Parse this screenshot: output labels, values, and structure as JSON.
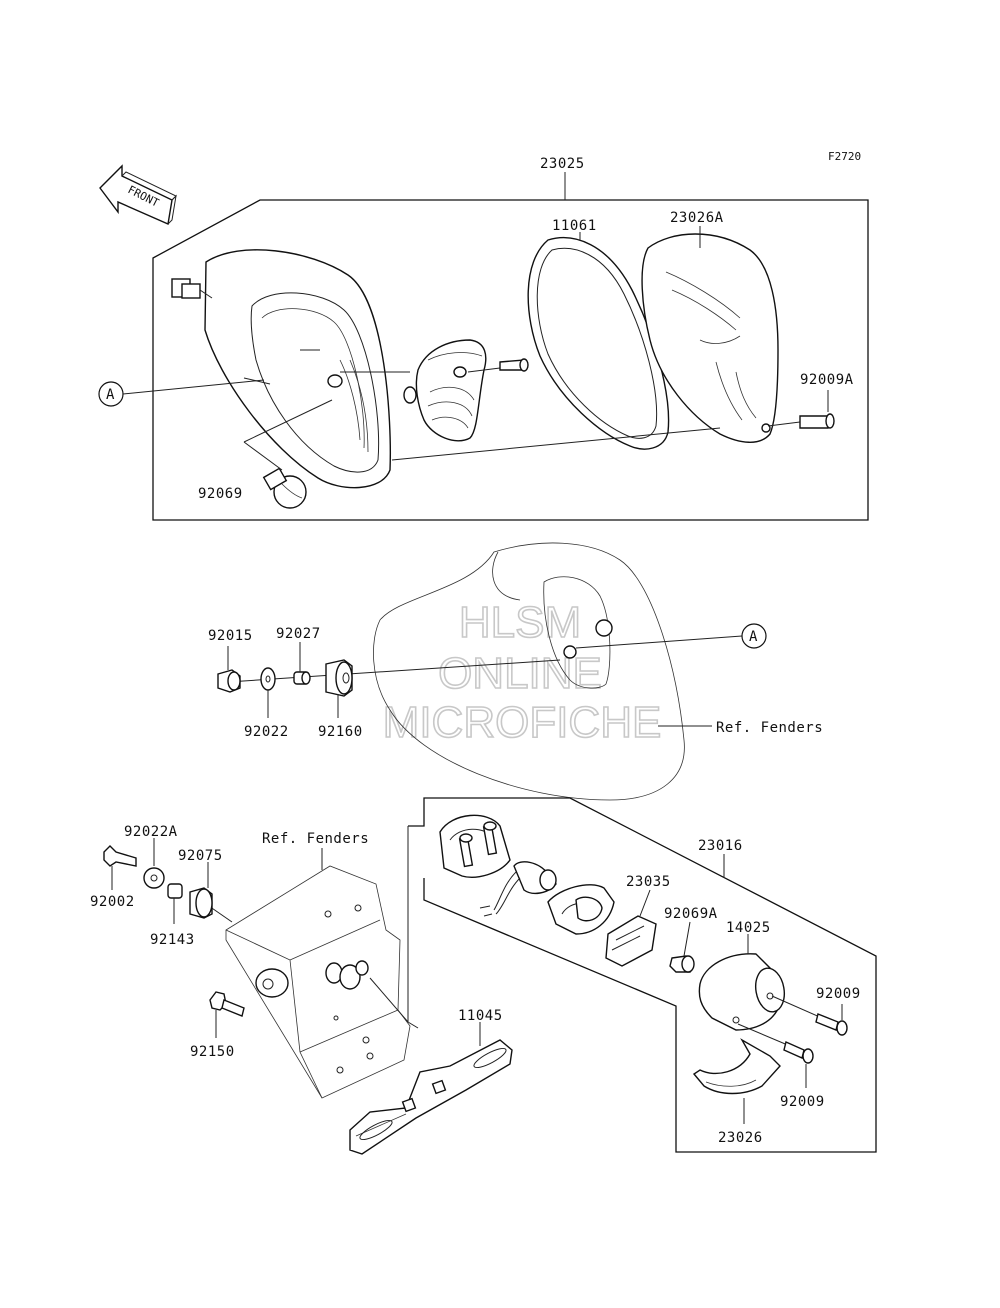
{
  "figure_code": "F2720",
  "front_arrow": {
    "label": "FRONT"
  },
  "watermark": {
    "line1": "HLSM",
    "line2": "ONLINE",
    "line3": "MICROFICHE"
  },
  "callout": {
    "reference_letter": "A"
  },
  "reference_labels": {
    "fenders_mid": "Ref. Fenders",
    "fenders_lower": "Ref. Fenders"
  },
  "parts": {
    "p23025": "23025",
    "p11061": "11061",
    "p23026A": "23026A",
    "p92009A": "92009A",
    "p92069": "92069",
    "p92015": "92015",
    "p92027": "92027",
    "p92022": "92022",
    "p92160": "92160",
    "p92022A": "92022A",
    "p92075": "92075",
    "p92002": "92002",
    "p92143": "92143",
    "p92150": "92150",
    "p11045": "11045",
    "p23016": "23016",
    "p23035": "23035",
    "p92069A": "92069A",
    "p14025": "14025",
    "p92009_upper": "92009",
    "p92009_lower": "92009",
    "p23026": "23026"
  }
}
